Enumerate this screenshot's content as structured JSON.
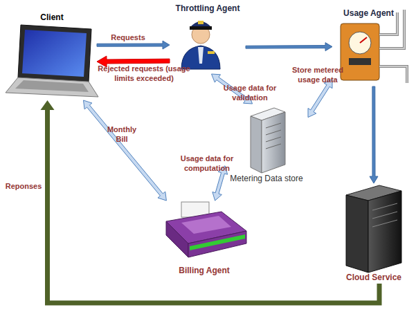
{
  "diagram": {
    "nodes": [
      {
        "text": [
          "Client"
        ]
      },
      {
        "text": [
          "Throttling Agent"
        ]
      },
      {
        "text": [
          "Usage Agent"
        ]
      },
      {
        "text": [
          "Metering Data store"
        ]
      },
      {
        "text": [
          "Billing Agent"
        ]
      },
      {
        "text": [
          "Cloud Service"
        ]
      }
    ],
    "edges": [
      {
        "from": 0,
        "to": 1,
        "label": "Requests",
        "arrow": "to"
      },
      {
        "from": 1,
        "to": 0,
        "label": "Rejected requests (usage limits exceeded)",
        "arrow": "to"
      },
      {
        "from": 1,
        "to": 2,
        "arrow": "to"
      },
      {
        "from": 1,
        "to": 3,
        "label": "Usage data for validation",
        "arrow": "both"
      },
      {
        "from": 2,
        "to": 3,
        "label": "Store metered usage data",
        "arrow": "both"
      },
      {
        "from": 0,
        "to": 4,
        "label": "Monthly Bill",
        "arrow": "both"
      },
      {
        "from": 3,
        "to": 4,
        "label": "Usage data for computation",
        "arrow": "both"
      },
      {
        "from": 2,
        "to": 5,
        "arrow": "to"
      },
      {
        "from": 5,
        "to": 0,
        "label": "Reponses",
        "arrow": "to"
      }
    ]
  }
}
